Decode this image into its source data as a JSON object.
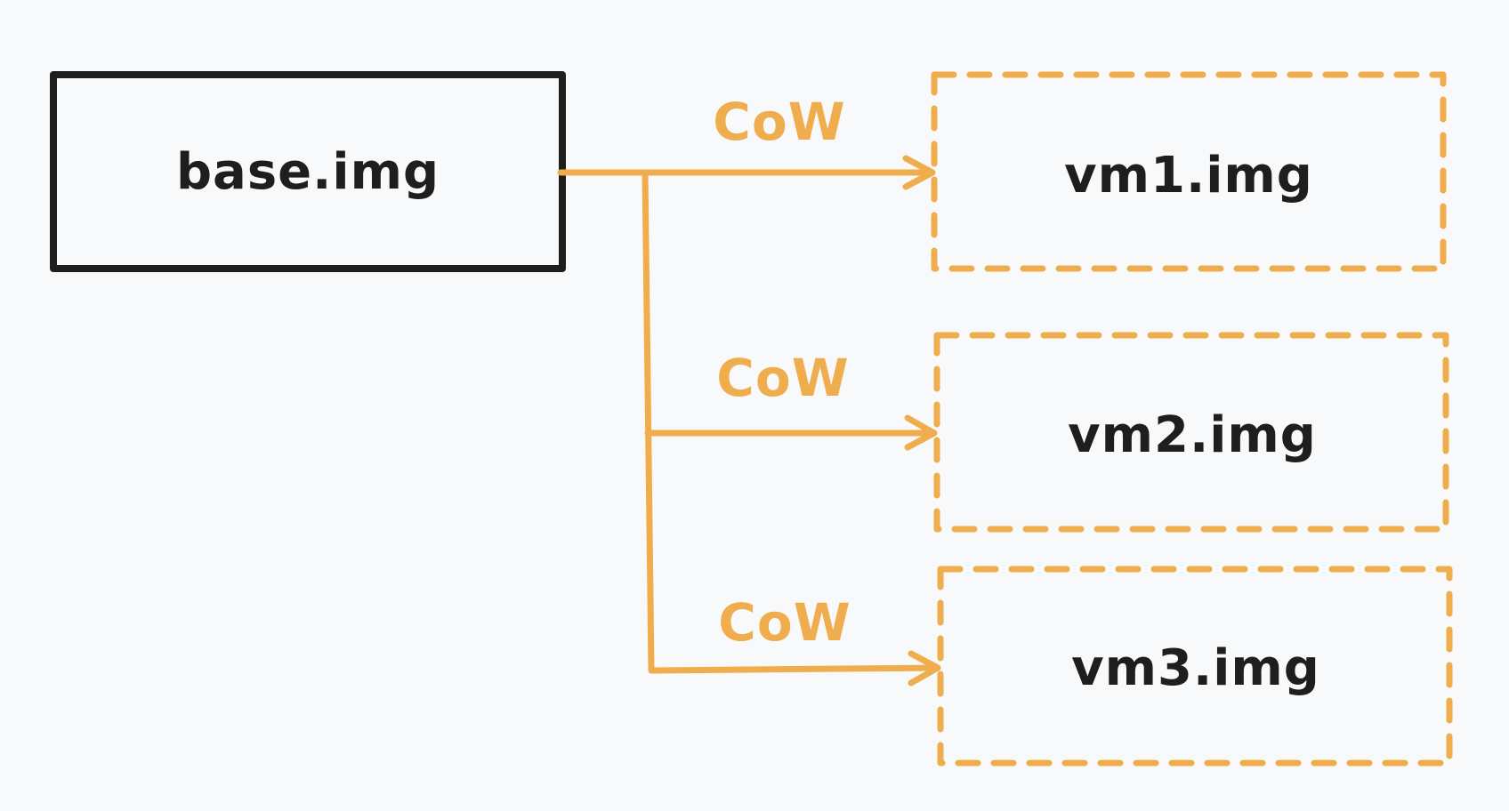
{
  "colors": {
    "background": "#f8f9fa",
    "source_stroke": "#1e1e1e",
    "accent": "#f0ad4e",
    "text": "#1e1e1e"
  },
  "source": {
    "label": "base.img"
  },
  "targets": [
    {
      "label": "vm1.img",
      "edge_label": "CoW"
    },
    {
      "label": "vm2.img",
      "edge_label": "CoW"
    },
    {
      "label": "vm3.img",
      "edge_label": "CoW"
    }
  ]
}
